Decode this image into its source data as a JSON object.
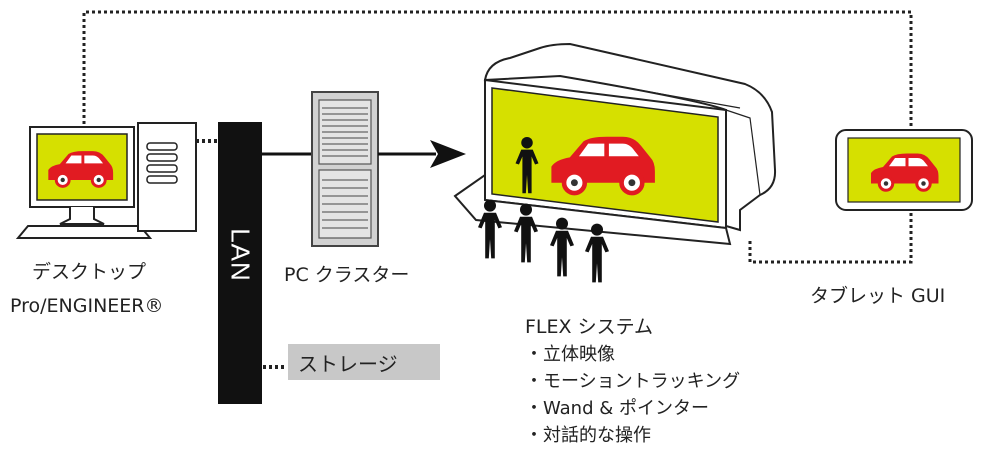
{
  "labels": {
    "desktop_line1": "デスクトップ",
    "desktop_line2": "Pro/ENGINEER®",
    "lan": "LAN",
    "pc_cluster": "PC クラスター",
    "tablet": "タブレット GUI",
    "storage": "ストレージ",
    "flex_title": "FLEX システム"
  },
  "flex_features": [
    "・立体映像",
    "・モーショントラッキング",
    "・Wand & ポインター",
    "・対話的な操作"
  ],
  "colors": {
    "screen_bg": "#d6e000",
    "car_body": "#e11b22",
    "lan_bar": "#111111",
    "storage_box": "#c8c8c8",
    "line": "#222222"
  }
}
